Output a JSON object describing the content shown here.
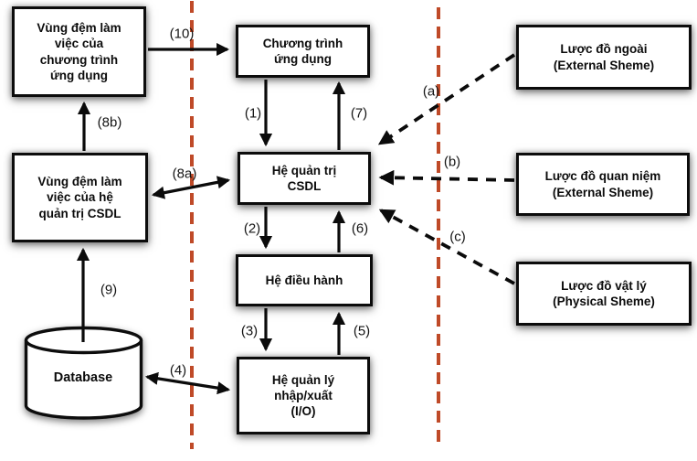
{
  "diagram": {
    "boxes": {
      "buffer_app": "Vùng đệm làm\nviệc của\nchương trình\nứng dụng",
      "buffer_dbms": "Vùng đệm làm\nviệc của hệ\nquản trị CSDL",
      "app_program": "Chương trình\nứng dụng",
      "dbms": "Hệ quản trị\nCSDL",
      "os": "Hệ điều hành",
      "io": "Hệ quản lý\nnhập/xuất\n(I/O)",
      "ext_schema": "Lược đồ ngoài\n(External Sheme)",
      "concept_schema": "Lược đồ quan niệm\n(External Sheme)",
      "phys_schema": "Lược đồ vật lý\n(Physical Sheme)",
      "database": "Database"
    },
    "arrow_labels": {
      "n1": "(1)",
      "n2": "(2)",
      "n3": "(3)",
      "n4": "(4)",
      "n5": "(5)",
      "n6": "(6)",
      "n7": "(7)",
      "n8a": "(8a)",
      "n8b": "(8b)",
      "n9": "(9)",
      "n10": "(10)",
      "a": "(a)",
      "b": "(b)",
      "c": "(c)"
    },
    "colors": {
      "divider_dashed_line": "#bf4a28",
      "arrow": "#0b0b0b",
      "box_border": "#0c0c0c",
      "box_background": "#ffffff"
    }
  }
}
